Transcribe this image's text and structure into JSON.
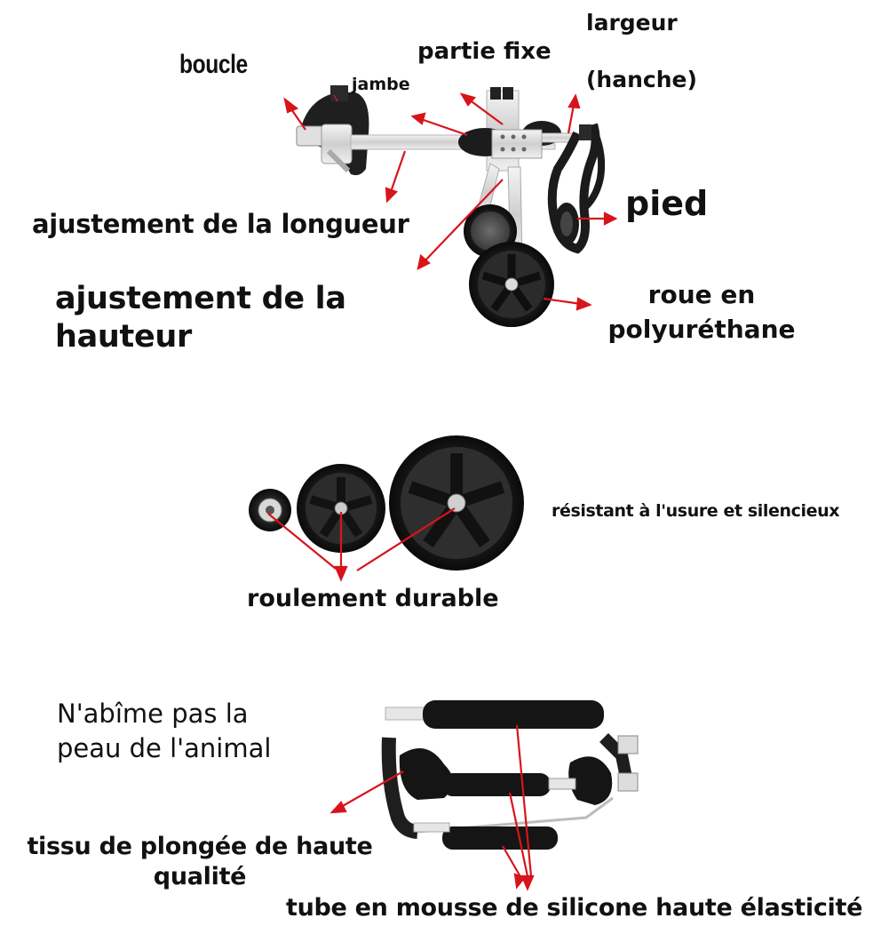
{
  "colors": {
    "arrow": "#d8141b",
    "text": "#111111",
    "frame": "#d9d9d9",
    "rubber": "#1a1a1a"
  },
  "labels": {
    "boucle": "boucle",
    "jambe": "jambe",
    "partie_fixe": "partie fixe",
    "largeur": "largeur",
    "hanche": "(hanche)",
    "pied": "pied",
    "ajustement_longueur": "ajustement de la longueur",
    "ajustement_hauteur_1": "ajustement de la",
    "ajustement_hauteur_2": "hauteur",
    "roue_en_polyurethane": "roue en polyuréthane",
    "resistant": "résistant à l'usure et silencieux",
    "roulement_durable": "roulement durable",
    "abime_1": "N'abîme pas la",
    "abime_2": "peau de l'animal",
    "tissu": "tissu de plongée de haute qualité",
    "tube": "tube en mousse de silicone haute élasticité"
  }
}
